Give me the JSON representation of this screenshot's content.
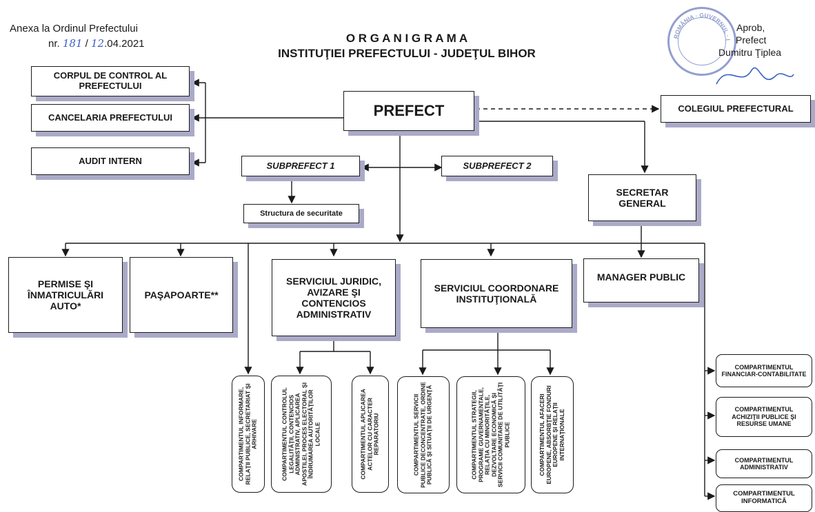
{
  "header": {
    "annex_line1": "Anexa la Ordinul Prefectului",
    "annex_nr_prefix": "nr.",
    "annex_nr_handwritten": "181",
    "annex_date_sep": "/",
    "annex_day_handwritten": "12",
    "annex_date_rest": ".04.2021",
    "title": "O R G A N I G R A M A",
    "subtitle": "INSTITUŢIEI PREFECTULUI - JUDEŢUL BIHOR",
    "approve_label": "Aprob,",
    "approve_role": "Prefect",
    "approve_name": "Dumitru Ţiplea",
    "stamp_text": "ROMÂNIA · GUVERNUL · INSTITUTIA PREFECTULUI"
  },
  "nodes": {
    "prefect": "PREFECT",
    "corp_control": "CORPUL DE CONTROL AL PREFECTULUI",
    "cancelaria": "CANCELARIA PREFECTULUI",
    "audit": "AUDIT INTERN",
    "colegiul": "COLEGIUL PREFECTURAL",
    "subprefect1": "SUBPREFECT 1",
    "subprefect2": "SUBPREFECT 2",
    "structura": "Structura de securitate",
    "secretar": "SECRETAR GENERAL",
    "permise": "PERMISE ŞI ÎNMATRICULĂRI AUTO*",
    "pasapoarte": "PAŞAPOARTE**",
    "juridic": "SERVICIUL JURIDIC, AVIZARE ŞI CONTENCIOS ADMINISTRATIV",
    "coordonare": "SERVICIUL COORDONARE INSTITUŢIONALĂ",
    "manager": "MANAGER PUBLIC",
    "comp_informare": "COMPARTIMENTUL INFORMARE, RELAŢII PUBLICE, SECRETARIAT ŞI ARHIVARE",
    "comp_control": "COMPARTIMENTUL CONTROLUL LEGALITĂŢII, CONTENCIOS ADMINISTRATIV, APLICAREA APOSTILEI, PROCES ELECTORAL ŞI ÎNDRUMAREA AUTORITĂŢILOR LOCALE",
    "comp_aplicarea": "COMPARTIMENTUL APLICAREA ACTELOR CU CARACTER REPARATORIU",
    "comp_servicii": "COMPARTIMENTUL SERVICII PUBLICE DECONCENTRATE, ORDINE PUBLICĂ ŞI SITUAŢII DE URGENŢĂ",
    "comp_strategii": "COMPARTIMENTUL STRATEGII, PROGRAME GUVERNAMENTALE, RELAŢIA CU MINORITĂŢILE, DEZVOLTARE ECONOMICĂ ŞI SERVICII COMUNITARE DE UTILITĂŢI PUBLICE",
    "comp_afaceri": "COMPARTIMENTUL AFACERI EUROPENE, ABSORBŢIE FONDURI EUROPENE ŞI RELAŢII INTERNAŢIONALE",
    "comp_financiar": "COMPARTIMENTUL FINANCIAR-CONTABILITATE",
    "comp_achizitii": "COMPARTIMENTUL ACHIZIŢII PUBLICE ŞI RESURSE UMANE",
    "comp_administrativ": "COMPARTIMENTUL ADMINISTRATIV",
    "comp_informatica": "COMPARTIMENTUL INFORMATICĂ"
  },
  "colors": {
    "line": "#1a1a1a",
    "shadow": "#aaaac8",
    "handwriting": "#3a5fc4",
    "stamp": "#3b4fa8"
  }
}
